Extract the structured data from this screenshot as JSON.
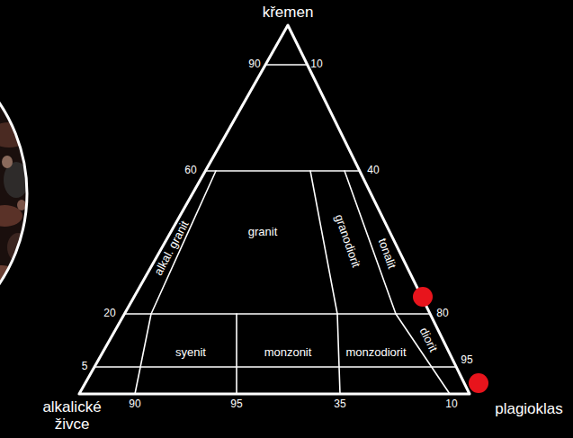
{
  "diagram": {
    "labels": [
      "křemen",
      "90",
      "10",
      "60",
      "40",
      "granit",
      "alkal. granit",
      "granodiorit",
      "tonalit",
      "20",
      "80",
      "syenit",
      "monzonit",
      "monzodiorit",
      "diorit",
      "5",
      "95",
      "90",
      "95",
      "35",
      "10",
      "alkalické živce",
      "plagioklas"
    ]
  }
}
